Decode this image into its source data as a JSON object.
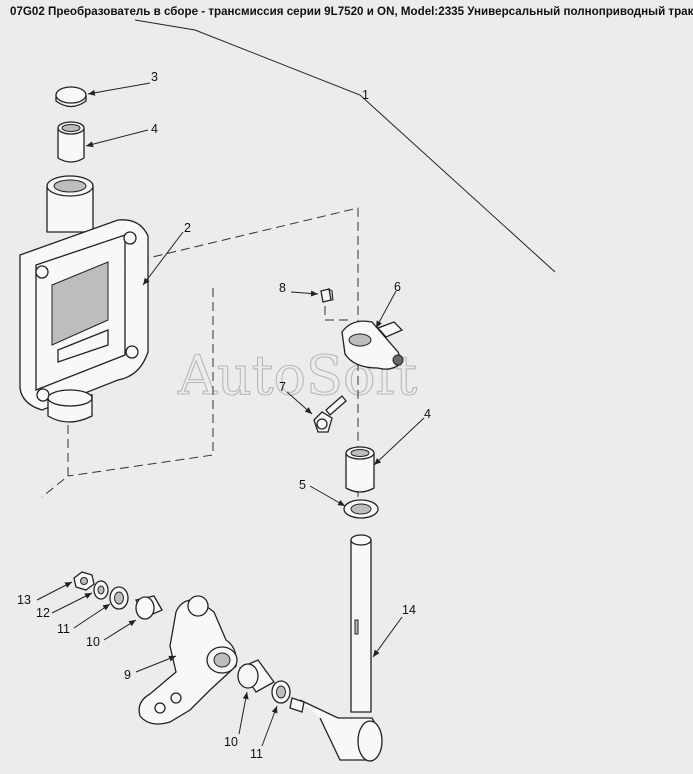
{
  "title": "07G02 Преобразователь в сборе - трансмиссия серии 9L7520 и ON, Model:2335 Универсальный полноприводный трак",
  "watermark": "AutoSoft",
  "callouts": [
    {
      "id": "1",
      "text": "1"
    },
    {
      "id": "2",
      "text": "2"
    },
    {
      "id": "3",
      "text": "3"
    },
    {
      "id": "4a",
      "text": "4"
    },
    {
      "id": "4b",
      "text": "4"
    },
    {
      "id": "5",
      "text": "5"
    },
    {
      "id": "6",
      "text": "6"
    },
    {
      "id": "7",
      "text": "7"
    },
    {
      "id": "8",
      "text": "8"
    },
    {
      "id": "9",
      "text": "9"
    },
    {
      "id": "10a",
      "text": "10"
    },
    {
      "id": "10b",
      "text": "10"
    },
    {
      "id": "11a",
      "text": "11"
    },
    {
      "id": "11b",
      "text": "11"
    },
    {
      "id": "12",
      "text": "12"
    },
    {
      "id": "13",
      "text": "13"
    },
    {
      "id": "14",
      "text": "14"
    }
  ]
}
